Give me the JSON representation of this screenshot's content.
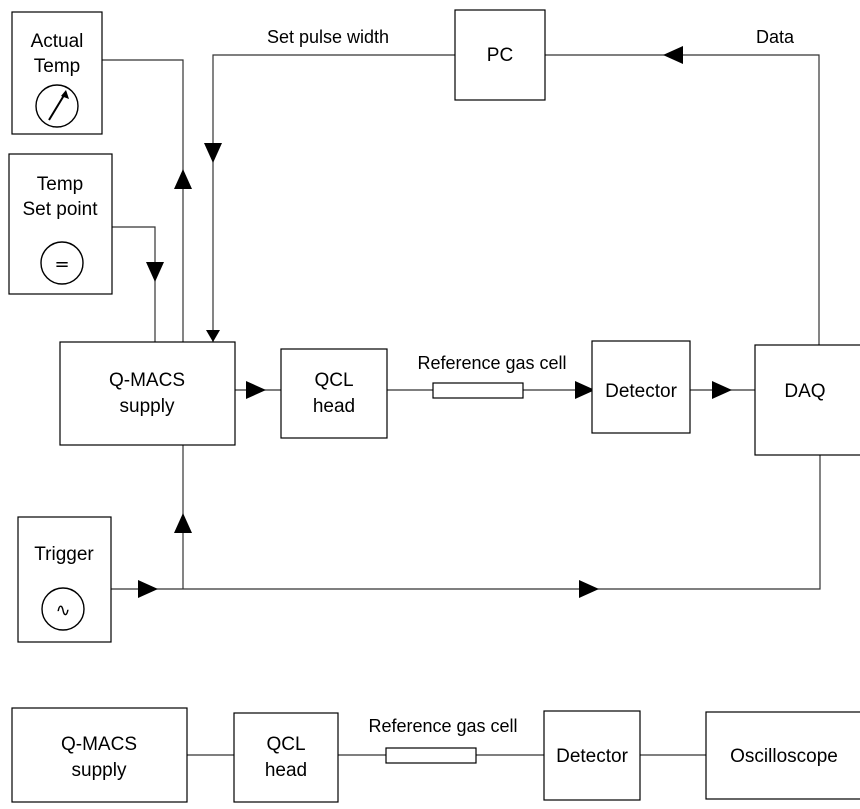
{
  "upper": {
    "actual_temp": {
      "line1": "Actual",
      "line2": "Temp"
    },
    "temp_set_point": {
      "line1": "Temp",
      "line2": "Set point",
      "symbol": "="
    },
    "pc": "PC",
    "set_pulse_width": "Set pulse width",
    "data": "Data",
    "qmacs": {
      "line1": "Q-MACS",
      "line2": "supply"
    },
    "qcl": {
      "line1": "QCL",
      "line2": "head"
    },
    "gas_cell": "Reference gas cell",
    "detector": "Detector",
    "daq": "DAQ",
    "trigger": {
      "label": "Trigger",
      "symbol": "∿"
    }
  },
  "lower": {
    "qmacs": {
      "line1": "Q-MACS",
      "line2": "supply"
    },
    "qcl": {
      "line1": "QCL",
      "line2": "head"
    },
    "gas_cell": "Reference gas cell",
    "detector": "Detector",
    "oscilloscope": "Oscilloscope"
  },
  "icons": {
    "gauge": "gauge-icon",
    "setpoint": "equals-icon",
    "signal": "sine-wave-icon"
  }
}
